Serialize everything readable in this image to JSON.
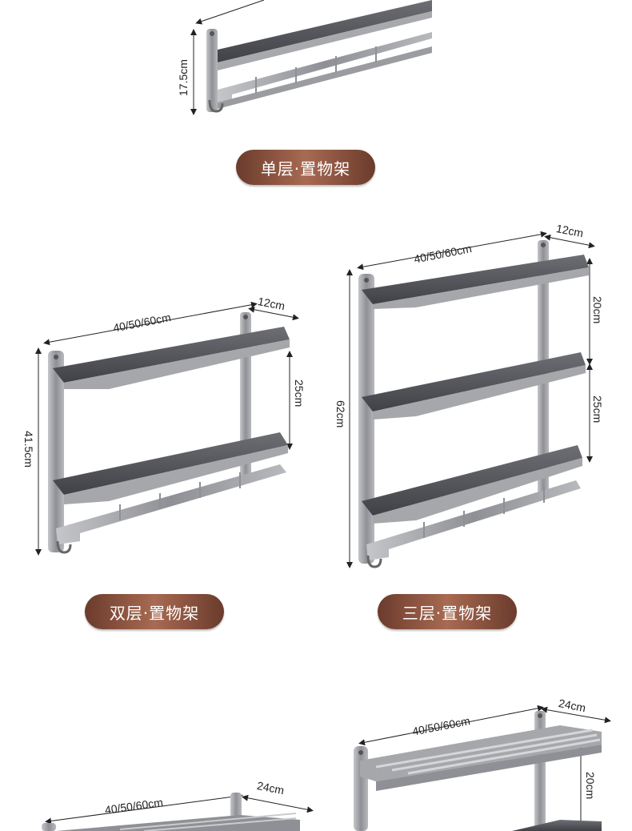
{
  "labels": {
    "single": "单层·置物架",
    "double": "双层·置物架",
    "triple": "三层·置物架"
  },
  "dimensions": {
    "single_height": "17.5cm",
    "double_width": "40/50/60cm",
    "double_depth": "12cm",
    "double_gap": "25cm",
    "double_height": "41.5cm",
    "triple_width": "40/50/60cm",
    "triple_depth": "12cm",
    "triple_gap_top": "20cm",
    "triple_gap_bottom": "25cm",
    "triple_height": "62cm",
    "bottom_left_width": "40/50/60cm",
    "bottom_left_depth": "24cm",
    "bottom_right_width": "40/50/60cm",
    "bottom_right_depth": "24cm",
    "bottom_right_gap": "20cm"
  },
  "colors": {
    "label_bg": "#8b5440",
    "metal": "#9a9ca0",
    "tray": "#55575c"
  }
}
